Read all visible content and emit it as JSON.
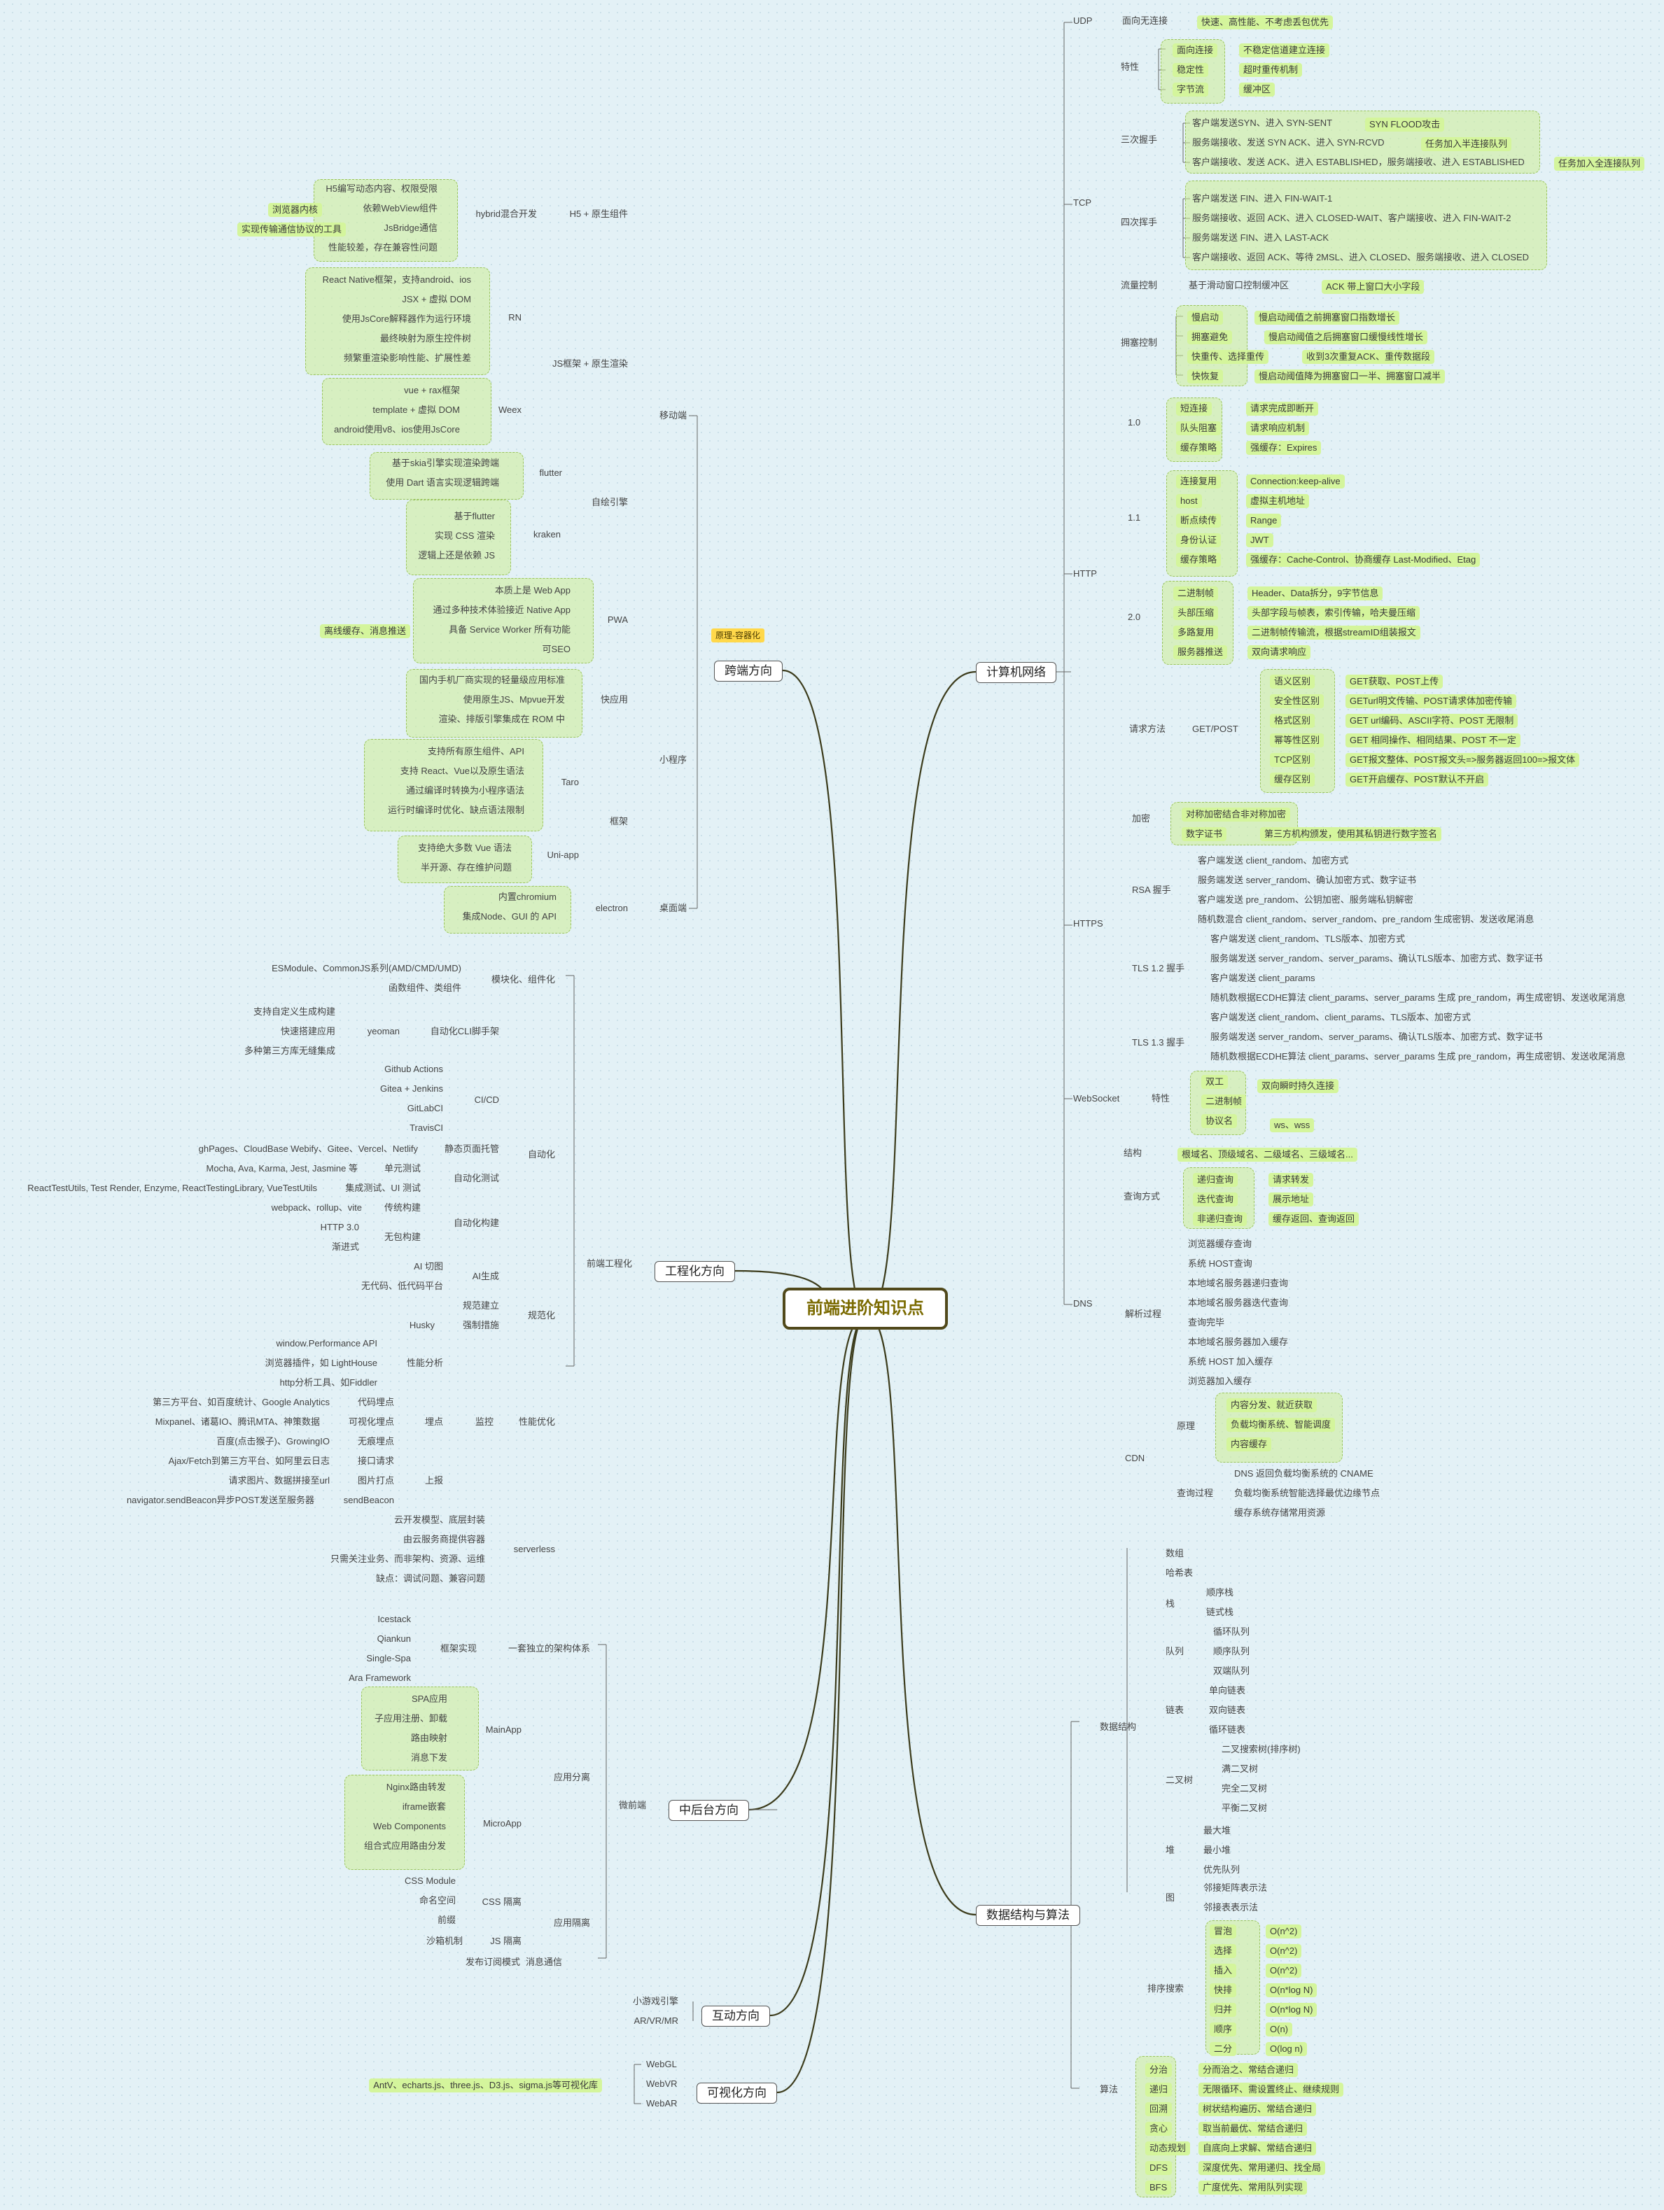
{
  "root": "前端进阶知识点",
  "branches": {
    "network": "计算机网络",
    "crossend": "跨端方向",
    "engineering": "工程化方向",
    "middle": "中后台方向",
    "interactive": "互动方向",
    "visual": "可视化方向",
    "algo": "数据结构与算法"
  },
  "crossend_tag": "原理-容器化",
  "network": {
    "udp": "UDP",
    "udp_conn": "面向无连接",
    "udp_note": "快速、高性能、不考虑丢包优先",
    "tcp": "TCP",
    "tcp_feature": "特性",
    "tcp_features": [
      "面向连接",
      "稳定性",
      "字节流"
    ],
    "tcp_feature_notes": [
      "不稳定信道建立连接",
      "超时重传机制",
      "缓冲区"
    ],
    "handshake": "三次握手",
    "handshake_steps": [
      "客户端发送SYN、进入 SYN-SENT",
      "服务端接收、发送 SYN ACK、进入 SYN-RCVD",
      "客户端接收、发送 ACK、进入 ESTABLISHED，服务端接收、进入 ESTABLISHED"
    ],
    "syn_flood": "SYN FLOOD攻击",
    "half_queue": "任务加入半连接队列",
    "full_queue": "任务加入全连接队列",
    "wave": "四次挥手",
    "wave_steps": [
      "客户端发送 FIN、进入 FIN-WAIT-1",
      "服务端接收、返回 ACK、进入 CLOSED-WAIT、客户端接收、进入 FIN-WAIT-2",
      "服务端发送 FIN、进入 LAST-ACK",
      "客户端接收、返回 ACK、等待 2MSL、进入 CLOSED、服务端接收、进入 CLOSED"
    ],
    "flow": "流量控制",
    "flow_desc": "基于滑动窗口控制缓冲区",
    "flow_note": "ACK 带上窗口大小字段",
    "congestion": "拥塞控制",
    "congestion_items": [
      "慢启动",
      "拥塞避免",
      "快重传、选择重传",
      "快恢复"
    ],
    "congestion_notes": [
      "慢启动阈值之前拥塞窗口指数增长",
      "慢启动阈值之后拥塞窗口缓慢线性增长",
      "收到3次重复ACK、重传数据段",
      "慢启动阈值降为拥塞窗口一半、拥塞窗口减半"
    ],
    "http": "HTTP",
    "h10": "1.0",
    "h10_items": [
      "短连接",
      "队头阻塞",
      "缓存策略"
    ],
    "h10_notes": [
      "请求完成即断开",
      "请求响应机制",
      "强缓存：Expires"
    ],
    "h11": "1.1",
    "h11_items": [
      "连接复用",
      "host",
      "断点续传",
      "身份认证",
      "缓存策略"
    ],
    "h11_notes": [
      "Connection:keep-alive",
      "虚拟主机地址",
      "Range",
      "JWT",
      "强缓存：Cache-Control、协商缓存 Last-Modified、Etag"
    ],
    "h20": "2.0",
    "h20_items": [
      "二进制帧",
      "头部压缩",
      "多路复用",
      "服务器推送"
    ],
    "h20_notes": [
      "Header、Data拆分，9字节信息",
      "头部字段与帧表，索引传输，哈夫曼压缩",
      "二进制帧传输流，根据streamID组装报文",
      "双向请求响应"
    ],
    "req_method": "请求方法",
    "getpost": "GET/POST",
    "gp_items": [
      "语义区别",
      "安全性区别",
      "格式区别",
      "幂等性区别",
      "TCP区别",
      "缓存区别"
    ],
    "gp_notes": [
      "GET获取、POST上传",
      "GETurl明文传输、POST请求体加密传输",
      "GET url编码、ASCII字符、POST 无限制",
      "GET 相同操作、相同结果、POST 不一定",
      "GET报文整体、POST报文头=>服务器返回100=>报文体",
      "GET开启缓存、POST默认不开启"
    ],
    "https": "HTTPS",
    "encrypt": "加密",
    "encrypt_items": [
      "对称加密结合非对称加密",
      "数字证书"
    ],
    "cert_note": "第三方机构颁发，使用其私钥进行数字签名",
    "rsa": "RSA 握手",
    "rsa_steps": [
      "客户端发送 client_random、加密方式",
      "服务端发送 server_random、确认加密方式、数字证书",
      "客户端发送 pre_random、公钥加密、服务端私钥解密",
      "随机数混合 client_random、server_random、pre_random 生成密钥、发送收尾消息"
    ],
    "tls12": "TLS 1.2 握手",
    "tls12_steps": [
      "客户端发送 client_random、TLS版本、加密方式",
      "服务端发送 server_random、server_params、确认TLS版本、加密方式、数字证书",
      "客户端发送 client_params",
      "随机数根据ECDHE算法 client_params、server_params 生成 pre_random，再生成密钥、发送收尾消息"
    ],
    "tls13": "TLS 1.3 握手",
    "tls13_steps": [
      "客户端发送 client_random、client_params、TLS版本、加密方式",
      "服务端发送 server_random、server_params、确认TLS版本、加密方式、数字证书",
      "随机数根据ECDHE算法 client_params、server_params 生成 pre_random，再生成密钥、发送收尾消息"
    ],
    "ws": "WebSocket",
    "ws_feature": "特性",
    "ws_items": [
      "双工",
      "二进制帧",
      "协议名"
    ],
    "ws_notes": [
      "双向瞬时持久连接",
      "ws、wss"
    ],
    "dns": "DNS",
    "dns_struct": "结构",
    "dns_struct_note": "根域名、顶级域名、二级域名、三级域名...",
    "dns_query": "查询方式",
    "dns_query_items": [
      "递归查询",
      "迭代查询",
      "非递归查询"
    ],
    "dns_query_notes": [
      "请求转发",
      "展示地址",
      "缓存返回、查询返回"
    ],
    "dns_resolve": "解析过程",
    "dns_resolve_steps": [
      "浏览器缓存查询",
      "系统 HOST查询",
      "本地域名服务器递归查询",
      "本地域名服务器迭代查询",
      "查询完毕",
      "本地域名服务器加入缓存",
      "系统 HOST 加入缓存",
      "浏览器加入缓存"
    ],
    "cdn": "CDN",
    "cdn_principle": "原理",
    "cdn_principle_items": [
      "内容分发、就近获取",
      "负载均衡系统、智能调度",
      "内容缓存"
    ],
    "cdn_query": "查询过程",
    "cdn_query_items": [
      "DNS 返回负载均衡系统的 CNAME",
      "负载均衡系统智能选择最优边缘节点",
      "缓存系统存储常用资源"
    ]
  },
  "crossend": {
    "mobile": "移动端",
    "h5": "H5 + 原生组件",
    "hybrid": "hybrid混合开发",
    "hybrid_items": [
      "H5编写动态内容、权限受限",
      "依赖WebView组件",
      "JsBridge通信",
      "性能较差，存在兼容性问题"
    ],
    "browser_core": "浏览器内核",
    "jsbridge_note": "实现传输通信协议的工具",
    "jsframe": "JS框架 + 原生渲染",
    "rn": "RN",
    "rn_items": [
      "React Native框架，支持android、ios",
      "JSX + 虚拟 DOM",
      "使用JsCore解释器作为运行环境",
      "最终映射为原生控件树",
      "频繁重渲染影响性能、扩展性差"
    ],
    "weex": "Weex",
    "weex_items": [
      "vue + rax框架",
      "template + 虚拟 DOM",
      "android使用v8、ios使用JsCore"
    ],
    "selfrender": "自绘引擎",
    "flutter": "flutter",
    "flutter_items": [
      "基于skia引擎实现渲染跨端",
      "使用 Dart 语言实现逻辑跨端"
    ],
    "kraken": "kraken",
    "kraken_items": [
      "基于flutter",
      "实现 CSS 渲染",
      "逻辑上还是依赖 JS"
    ],
    "pwa": "PWA",
    "pwa_items": [
      "本质上是 Web App",
      "通过多种技术体验接近 Native App",
      "具备 Service Worker 所有功能",
      "可SEO"
    ],
    "pwa_note": "离线缓存、消息推送",
    "miniapp": "小程序",
    "quick": "快应用",
    "quick_items": [
      "国内手机厂商实现的轻量级应用标准",
      "使用原生JS、Mpvue开发",
      "渲染、排版引擎集成在 ROM 中"
    ],
    "framework": "框架",
    "taro": "Taro",
    "taro_items": [
      "支持所有原生组件、API",
      "支持 React、Vue以及原生语法",
      "通过编译时转换为小程序语法",
      "运行时编译时优化、缺点语法限制"
    ],
    "uniapp": "Uni-app",
    "uniapp_items": [
      "支持绝大多数 Vue 语法",
      "半开源、存在维护问题"
    ],
    "desktop": "桌面端",
    "electron": "electron",
    "electron_items": [
      "内置chromium",
      "集成Node、GUI 的 API"
    ]
  },
  "engineering": {
    "frontend": "前端工程化",
    "modular": "模块化、组件化",
    "modular_items": [
      "ESModule、CommonJS系列(AMD/CMD/UMD)",
      "函数组件、类组件"
    ],
    "cli": "自动化CLI脚手架",
    "yeoman": "yeoman",
    "yeoman_items": [
      "支持自定义生成构建",
      "快速搭建应用",
      "多种第三方库无缝集成"
    ],
    "auto": "自动化",
    "cicd": "CI/CD",
    "cicd_items": [
      "Github Actions",
      "Gitea + Jenkins",
      "GitLabCI",
      "TravisCI"
    ],
    "static_host": "静态页面托管",
    "static_items": "ghPages、CloudBase Webify、Gitee、Vercel、Netlify",
    "autotest": "自动化测试",
    "unit": "单元测试",
    "unit_items": "Mocha, Ava, Karma, Jest, Jasmine 等",
    "integration": "集成测试、UI 测试",
    "integration_items": "ReactTestUtils, Test Render, Enzyme, ReactTestingLibrary, VueTestUtils",
    "autobuild": "自动化构建",
    "traditional": "传统构建",
    "traditional_items": "webpack、rollup、vite",
    "nobuild": "无包构建",
    "nobuild_items": [
      "HTTP 3.0",
      "渐进式"
    ],
    "ai": "AI生成",
    "ai_items": [
      "AI 切图",
      "无代码、低代码平台"
    ],
    "norm": "规范化",
    "norm_items": [
      "规范建立",
      "强制措施"
    ],
    "husky": "Husky",
    "perf": "性能优化",
    "monitor": "监控",
    "perf_analysis": "性能分析",
    "perf_items": [
      "window.Performance API",
      "浏览器插件，如 LightHouse",
      "http分析工具、如Fiddler"
    ],
    "tracking": "埋点",
    "code_track": "代码埋点",
    "code_track_items": "第三方平台、如百度统计、Google Analytics",
    "visual_track": "可视化埋点",
    "visual_track_items": "Mixpanel、诸葛IO、腾讯MTA、神策数据",
    "notrack": "无痕埋点",
    "notrack_items": "百度(点击猴子)、GrowingIO",
    "report": "上报",
    "api_req": "接口请求",
    "api_items": "Ajax/Fetch到第三方平台、如阿里云日志",
    "img_track": "图片打点",
    "img_items": "请求图片、数据拼接至url",
    "beacon": "sendBeacon",
    "beacon_items": "navigator.sendBeacon异步POST发送至服务器",
    "serverless": "serverless",
    "serverless_items": [
      "云开发模型、底层封装",
      "由云服务商提供容器",
      "只需关注业务、而非架构、资源、运维",
      "缺点：调试问题、兼容问题"
    ]
  },
  "middle": {
    "micro": "微前端",
    "arch": "一套独立的架构体系",
    "impl": "框架实现",
    "impl_items": [
      "Icestack",
      "Qiankun",
      "Single-Spa",
      "Ara Framework"
    ],
    "split": "应用分离",
    "mainapp": "MainApp",
    "mainapp_items": [
      "SPA应用",
      "子应用注册、卸载",
      "路由映射",
      "消息下发"
    ],
    "microapp": "MicroApp",
    "microapp_items": [
      "Nginx路由转发",
      "iframe嵌套",
      "Web Components",
      "组合式应用路由分发"
    ],
    "isolation": "应用隔离",
    "css_iso": "CSS 隔离",
    "css_items": [
      "CSS Module",
      "命名空间",
      "前缀"
    ],
    "js_iso": "JS 隔离",
    "js_items": [
      "沙箱机制"
    ],
    "msg": "消息通信",
    "msg_items": [
      "发布订阅模式"
    ]
  },
  "interactive": {
    "items": [
      "小游戏引擎",
      "AR/VR/MR"
    ]
  },
  "visual": {
    "items": [
      "WebGL",
      "WebVR",
      "WebAR"
    ],
    "libs": "AntV、echarts.js、three.js、D3.js、sigma.js等可视化库"
  },
  "algo": {
    "ds": "数据结构",
    "ds_top": [
      "数组",
      "哈希表"
    ],
    "stack": "栈",
    "stack_items": [
      "顺序栈",
      "链式栈"
    ],
    "queue": "队列",
    "queue_items": [
      "循环队列",
      "顺序队列",
      "双端队列"
    ],
    "list": "链表",
    "list_items": [
      "单向链表",
      "双向链表",
      "循环链表"
    ],
    "bintree": "二叉树",
    "bintree_items": [
      "二叉搜索树(排序树)",
      "满二叉树",
      "完全二叉树",
      "平衡二叉树"
    ],
    "heap": "堆",
    "heap_items": [
      "最大堆",
      "最小堆",
      "优先队列"
    ],
    "graph": "图",
    "graph_items": [
      "邻接矩阵表示法",
      "邻接表表示法"
    ],
    "algo": "算法",
    "sort": "排序搜索",
    "sort_items": [
      "冒泡",
      "选择",
      "插入",
      "快排",
      "归并",
      "顺序",
      "二分"
    ],
    "sort_notes": [
      "O(n^2)",
      "O(n^2)",
      "O(n^2)",
      "O(n*log N)",
      "O(n*log N)",
      "O(n)",
      "O(log n)"
    ],
    "algo_items": [
      "分治",
      "递归",
      "回溯",
      "贪心",
      "动态规划",
      "DFS",
      "BFS"
    ],
    "algo_notes": [
      "分而治之、常结合递归",
      "无限循环、需设置终止、继续规则",
      "树状结构遍历、常结合递归",
      "取当前最优、常结合递归",
      "自底向上求解、常结合递归",
      "深度优先、常用递归、找全局",
      "广度优先、常用队列实现"
    ]
  }
}
